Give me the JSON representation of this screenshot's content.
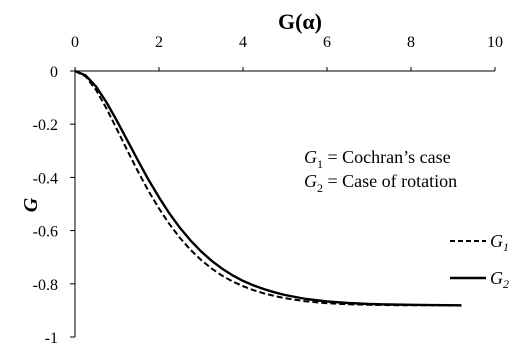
{
  "chart_data": {
    "type": "line",
    "title": "G(α)",
    "ylabel": "G",
    "xlabel": "",
    "xlim": [
      0,
      10
    ],
    "ylim": [
      -1,
      0
    ],
    "x_ticks": [
      "0",
      "2",
      "4",
      "6",
      "8",
      "10"
    ],
    "y_ticks": [
      "0",
      "-0.2",
      "-0.4",
      "-0.6",
      "-0.8",
      "-1"
    ],
    "x_axis_position": "top",
    "grid": false,
    "legend_position": "right",
    "annotations": [
      {
        "symbol": "G",
        "sub": "1",
        "text": " = Cochran’s case"
      },
      {
        "symbol": "G",
        "sub": "2",
        "text": " = Case of rotation"
      }
    ],
    "series": [
      {
        "name": "G1",
        "name_symbol": "G",
        "name_sub": "1",
        "style": "dashed",
        "color": "#000000",
        "x": [
          0,
          0.25,
          0.5,
          0.75,
          1,
          1.25,
          1.5,
          1.75,
          2,
          2.25,
          2.5,
          2.75,
          3,
          3.25,
          3.5,
          3.75,
          4,
          4.25,
          4.5,
          4.75,
          5,
          5.5,
          6,
          6.5,
          7,
          7.5,
          8,
          8.5,
          9.2
        ],
        "y": [
          0,
          -0.02,
          -0.071,
          -0.141,
          -0.22,
          -0.3,
          -0.378,
          -0.451,
          -0.517,
          -0.576,
          -0.628,
          -0.672,
          -0.71,
          -0.742,
          -0.769,
          -0.791,
          -0.809,
          -0.824,
          -0.836,
          -0.846,
          -0.854,
          -0.866,
          -0.873,
          -0.877,
          -0.879,
          -0.88,
          -0.881,
          -0.881,
          -0.882
        ]
      },
      {
        "name": "G2",
        "name_symbol": "G",
        "name_sub": "2",
        "style": "solid",
        "color": "#000000",
        "x": [
          0,
          0.25,
          0.5,
          0.75,
          1,
          1.25,
          1.5,
          1.75,
          2,
          2.25,
          2.5,
          2.75,
          3,
          3.25,
          3.5,
          3.75,
          4,
          4.25,
          4.5,
          4.75,
          5,
          5.5,
          6,
          6.5,
          7,
          7.5,
          8,
          8.5,
          9.2
        ],
        "y": [
          0,
          -0.016,
          -0.058,
          -0.118,
          -0.188,
          -0.262,
          -0.337,
          -0.409,
          -0.475,
          -0.536,
          -0.59,
          -0.637,
          -0.678,
          -0.713,
          -0.743,
          -0.768,
          -0.789,
          -0.806,
          -0.82,
          -0.832,
          -0.842,
          -0.857,
          -0.866,
          -0.872,
          -0.876,
          -0.878,
          -0.879,
          -0.88,
          -0.881
        ]
      }
    ]
  }
}
